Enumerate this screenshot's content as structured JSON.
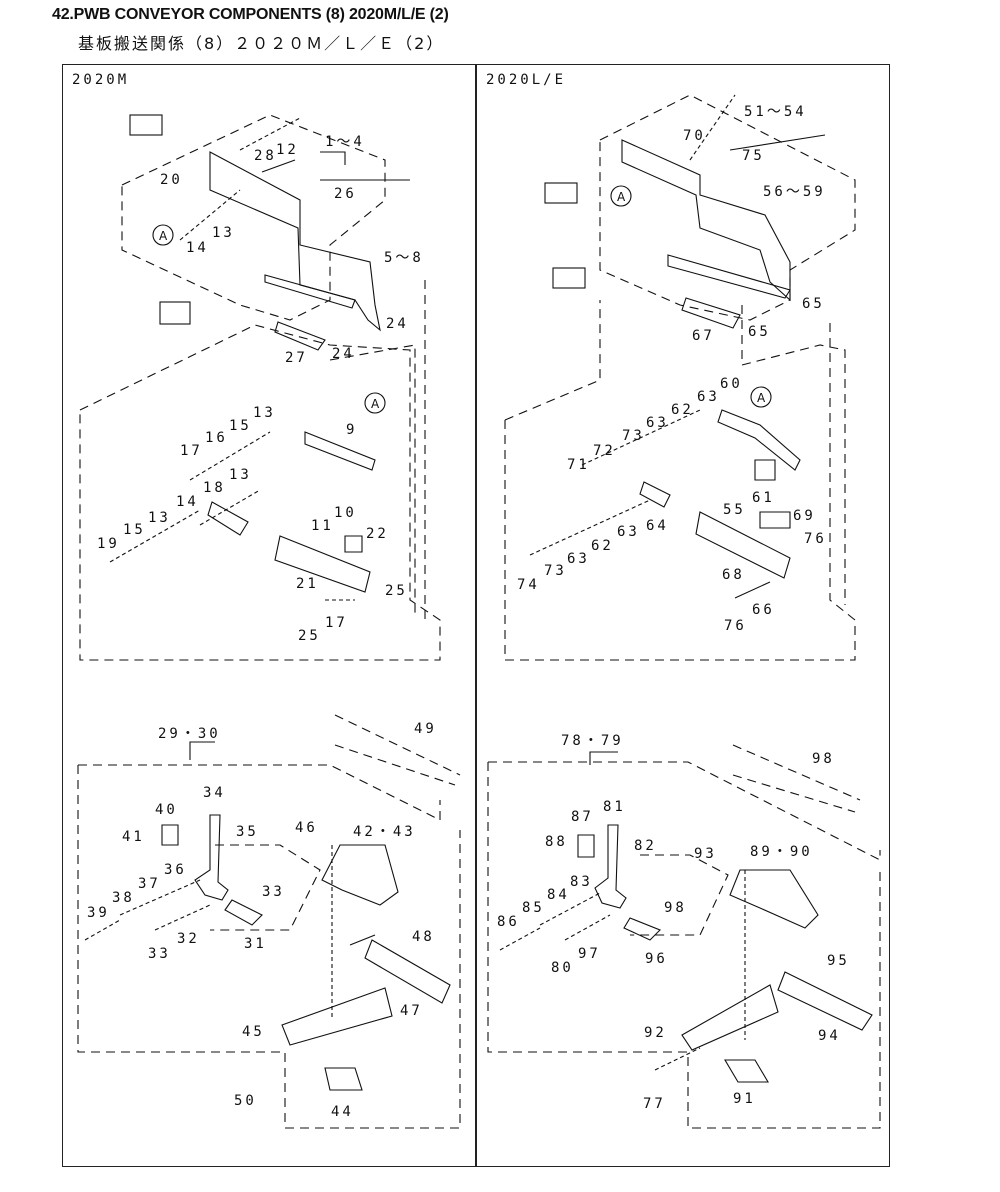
{
  "header": {
    "title": "42.PWB CONVEYOR COMPONENTS (8) 2020M/L/E (2)",
    "subtitle": "基板搬送関係（8）２０２０Ｍ／Ｌ／Ｅ（2）"
  },
  "panels": {
    "left_label": "2020M",
    "right_label": "2020L/E"
  },
  "callouts": {
    "c1_4": "1～4",
    "c28": "28",
    "c12": "12",
    "c20": "20",
    "c26": "26",
    "c14a": "14",
    "c13a": "13",
    "c5_8": "5～8",
    "c24a": "24",
    "c24b": "24",
    "c27": "27",
    "c13b": "13",
    "c15a": "15",
    "c16": "16",
    "c17a": "17",
    "c9": "9",
    "c18": "18",
    "c13c": "13",
    "c14b": "14",
    "c15b": "15",
    "c13d": "13",
    "c19": "19",
    "c10": "10",
    "c11": "11",
    "c22": "22",
    "c21": "21",
    "c25a": "25",
    "c25b": "25",
    "c17b": "17",
    "c51_54": "51～54",
    "c70": "70",
    "c75": "75",
    "c56_59": "56～59",
    "c65a": "65",
    "c65b": "65",
    "c67": "67",
    "c60": "60",
    "c63a": "63",
    "c62a": "62",
    "c63b": "63",
    "c73a": "73",
    "c72": "72",
    "c71": "71",
    "c61": "61",
    "c55": "55",
    "c69": "69",
    "c64": "64",
    "c63c": "63",
    "c62b": "62",
    "c63d": "63",
    "c73b": "73",
    "c74": "74",
    "c76a": "76",
    "c68": "68",
    "c66": "66",
    "c76b": "76",
    "c29_30": "29・30",
    "c49": "49",
    "c34": "34",
    "c40": "40",
    "c35": "35",
    "c46": "46",
    "c42_43": "42・43",
    "c41": "41",
    "c36": "36",
    "c37": "37",
    "c38": "38",
    "c39": "39",
    "c33a": "33",
    "c33b": "33",
    "c32": "32",
    "c31": "31",
    "c48": "48",
    "c47": "47",
    "c45": "45",
    "c50": "50",
    "c44": "44",
    "c78_79": "78・79",
    "c98a": "98",
    "c87": "87",
    "c81": "81",
    "c88": "88",
    "c82": "82",
    "c93": "93",
    "c89_90": "89・90",
    "c85": "85",
    "c84": "84",
    "c83": "83",
    "c86": "86",
    "c98b": "98",
    "c80": "80",
    "c97": "97",
    "c96": "96",
    "c95": "95",
    "c92": "92",
    "c94": "94",
    "c77": "77",
    "c91": "91",
    "ref_a": "A"
  }
}
